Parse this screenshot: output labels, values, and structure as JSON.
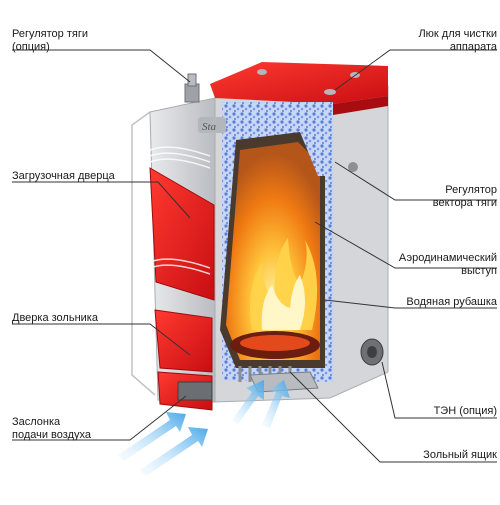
{
  "labels": {
    "draft_regulator": [
      "Регулятор тяги",
      "(опция)"
    ],
    "cleaning_hatch": [
      "Люк для чистки",
      "аппарата"
    ],
    "loading_door": [
      "Загрузочная дверца"
    ],
    "draft_vector_regulator": [
      "Регулятор",
      "вектора тяги"
    ],
    "aerodynamic_ledge": [
      "Аэродинамический",
      "выступ"
    ],
    "water_jacket": [
      "Водяная рубашка"
    ],
    "ash_door": [
      "Дверка зольника"
    ],
    "heating_element": [
      "ТЭН (опция)"
    ],
    "air_damper": [
      "Заслонка",
      "подачи воздуха"
    ],
    "ash_box": [
      "Зольный ящик"
    ]
  },
  "brand_mark": "Sta",
  "colors": {
    "red": "#e0141a",
    "steel": "#c9ccd0",
    "insulation": "#6a8fe0",
    "fire": "#ff8c1a",
    "air": "#5ab4ea"
  }
}
